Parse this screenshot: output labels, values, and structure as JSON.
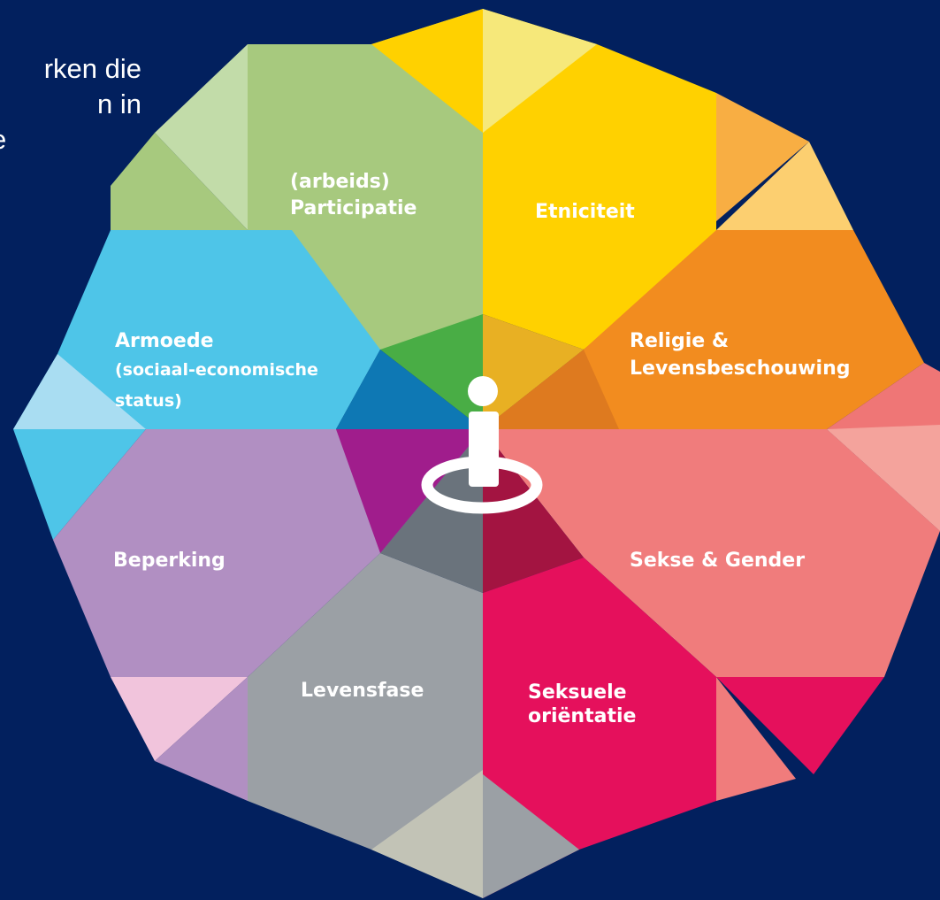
{
  "intro_text": [
    "rken die",
    "n in",
    "e"
  ],
  "segments": [
    {
      "id": "participatie",
      "lines": [
        "(arbeids)",
        "Participatie"
      ],
      "color": "#a7c97e"
    },
    {
      "id": "etniciteit",
      "lines": [
        "Etniciteit"
      ],
      "color": "#ffd100"
    },
    {
      "id": "religie",
      "lines": [
        "Religie &",
        "Levensbeschouwing"
      ],
      "color": "#f28c1f"
    },
    {
      "id": "sekse-gender",
      "lines": [
        "Sekse & Gender"
      ],
      "color": "#f07c7c"
    },
    {
      "id": "seksuele-orientatie",
      "lines": [
        "Seksuele",
        "oriëntatie"
      ],
      "color": "#e5105c"
    },
    {
      "id": "levensfase",
      "lines": [
        "Levensfase"
      ],
      "color": "#9ba0a5"
    },
    {
      "id": "beperking",
      "lines": [
        "Beperking"
      ],
      "color": "#b18fc2"
    },
    {
      "id": "armoede",
      "lines": [
        "Armoede",
        "(sociaal-economische",
        "status)"
      ],
      "color": "#4ec5e8"
    }
  ],
  "center_icon": "person-standing-in-circle-icon"
}
